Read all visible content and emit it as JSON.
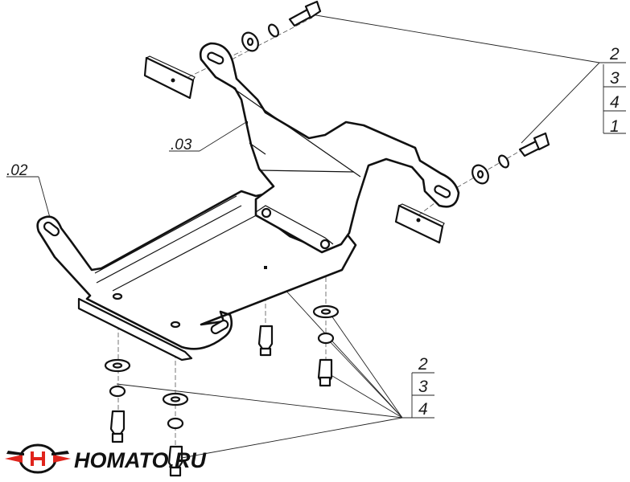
{
  "parts": {
    "upper_bracket_ref": ".03",
    "lower_plate_ref": ".02"
  },
  "callouts": {
    "right_group": [
      "2",
      "3",
      "4",
      "1"
    ],
    "bottom_group": [
      "2",
      "3",
      "4"
    ]
  },
  "logo": {
    "text": "HOMATO.RU",
    "colors": {
      "red": "#e0241c",
      "dark": "#111111"
    }
  },
  "colors": {
    "line": "#111111",
    "background": "#ffffff"
  }
}
